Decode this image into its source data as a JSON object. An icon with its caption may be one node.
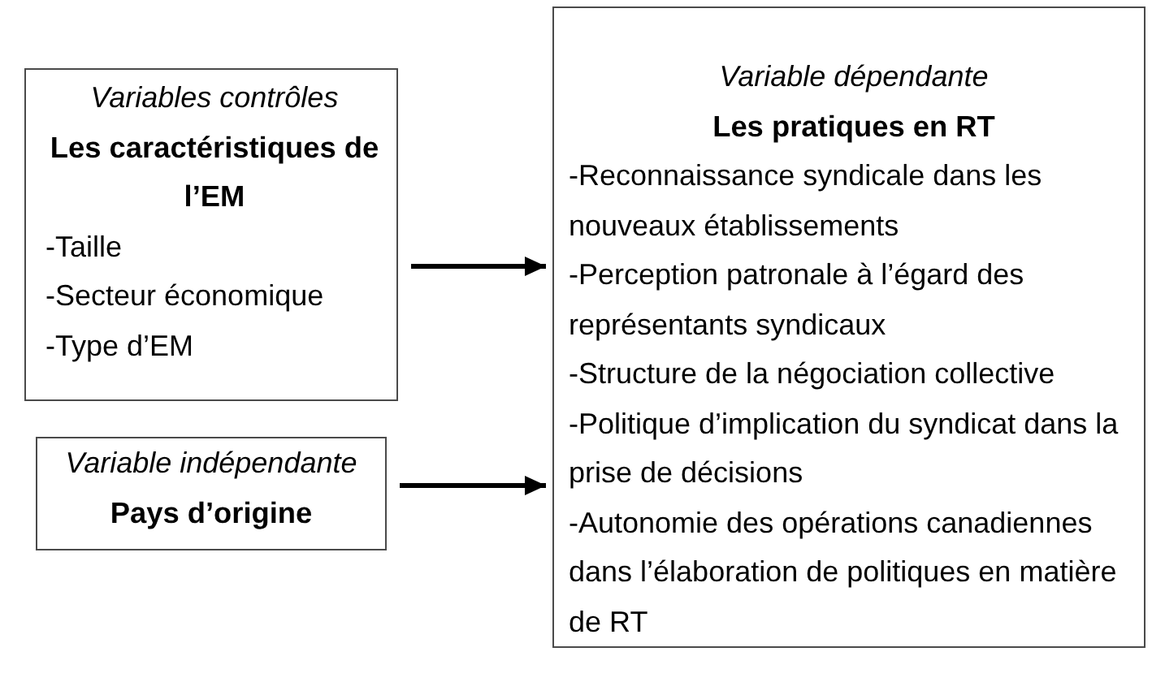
{
  "diagram": {
    "nodes": [
      {
        "text": [
          "Variables contrôles",
          "Les caractéristiques de l’EM",
          "-Taille",
          "-Secteur économique",
          "-Type d’EM"
        ]
      },
      {
        "text": [
          "Variable indépendante",
          "Pays d’origine"
        ]
      },
      {
        "text": [
          "Variable dépendante",
          "Les pratiques en RT",
          "-Reconnaissance syndicale dans les nouveaux établissements",
          "-Perception patronale à l’égard des représentants syndicaux",
          "-Structure de la négociation collective",
          "-Politique d’implication du syndicat dans la prise de décisions",
          "-Autonomie des opérations canadiennes dans l’élaboration de politiques en matière de RT"
        ]
      }
    ],
    "edges": [
      {
        "from": 0,
        "to": 2,
        "arrow": "to"
      },
      {
        "from": 1,
        "to": 2,
        "arrow": "to"
      }
    ]
  }
}
